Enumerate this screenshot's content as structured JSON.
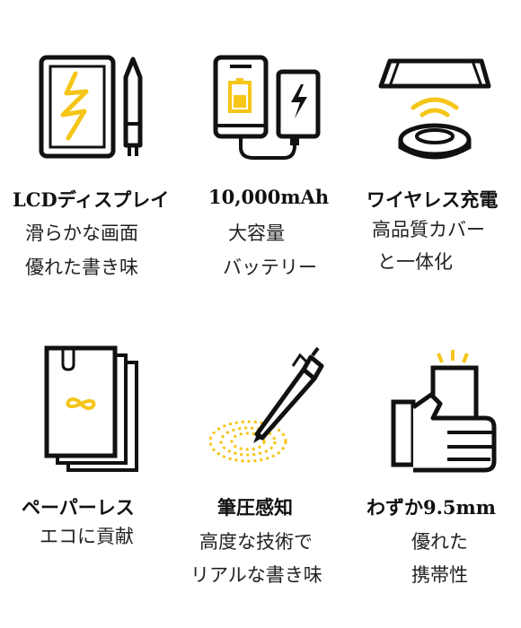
{
  "features": [
    {
      "title": "LCDディスプレイ",
      "lines": [
        "滑らかな画面",
        "優れた書き味"
      ],
      "icon": "tablet-stylus-icon"
    },
    {
      "title": "10,000mAh",
      "lines": [
        "大容量",
        "バッテリー"
      ],
      "icon": "phone-powerbank-icon"
    },
    {
      "title": "ワイヤレス充電",
      "lines": [
        "高品質カバー",
        "と一体化"
      ],
      "icon": "wireless-charger-icon"
    },
    {
      "title": "ペーパーレス",
      "lines": [
        "エコに貢献"
      ],
      "icon": "paper-stack-infinity-icon"
    },
    {
      "title": "筆圧感知",
      "lines": [
        "高度な技術で",
        "リアルな書き味"
      ],
      "icon": "pen-pressure-icon"
    },
    {
      "title": "わずか9.5mm",
      "lines": [
        "優れた",
        "携帯性"
      ],
      "icon": "hand-holding-device-icon"
    }
  ],
  "colors": {
    "accent": "#F5C518",
    "stroke": "#111111"
  }
}
